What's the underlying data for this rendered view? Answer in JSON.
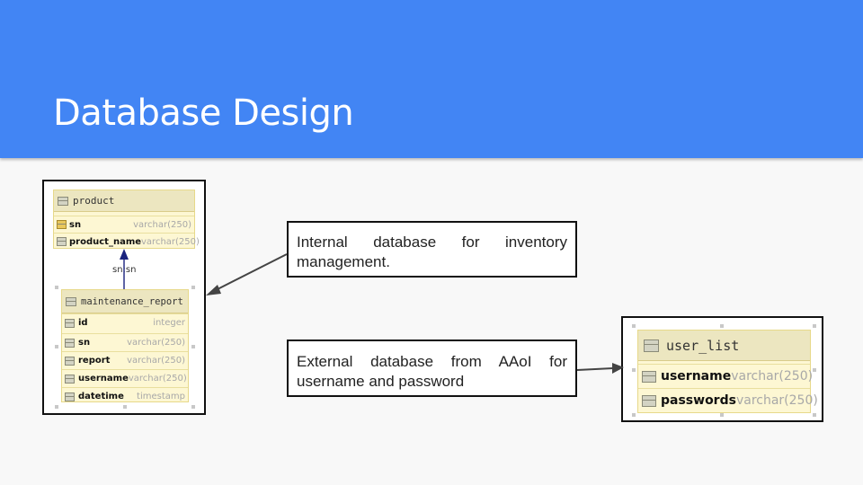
{
  "slide": {
    "title": "Database Design"
  },
  "internal_diagram": {
    "product": {
      "name": "product",
      "columns": [
        {
          "name": "sn",
          "type": "varchar(250)",
          "icon": "primary-key-icon"
        },
        {
          "name": "product_name",
          "type": "varchar(250)",
          "icon": "column-icon"
        }
      ]
    },
    "relation_label": "sn:sn",
    "maintenance_report": {
      "name": "maintenance_report",
      "columns": [
        {
          "name": "id",
          "type": "integer"
        },
        {
          "name": "sn",
          "type": "varchar(250)"
        },
        {
          "name": "report",
          "type": "varchar(250)"
        },
        {
          "name": "username",
          "type": "varchar(250)"
        },
        {
          "name": "datetime",
          "type": "timestamp"
        }
      ]
    }
  },
  "external_diagram": {
    "user_list": {
      "name": "user_list",
      "columns": [
        {
          "name": "username",
          "type": "varchar(250)"
        },
        {
          "name": "passwords",
          "type": "varchar(250)"
        }
      ]
    }
  },
  "notes": {
    "internal": "Internal database for inventory management.",
    "external": "External database from AAoI for username and password"
  },
  "colors": {
    "header": "#4285f4",
    "table_fill": "#fdf7d3",
    "table_border": "#e7d98a",
    "relation_arrow": "#1a237e",
    "pointer_arrow": "#444444"
  }
}
